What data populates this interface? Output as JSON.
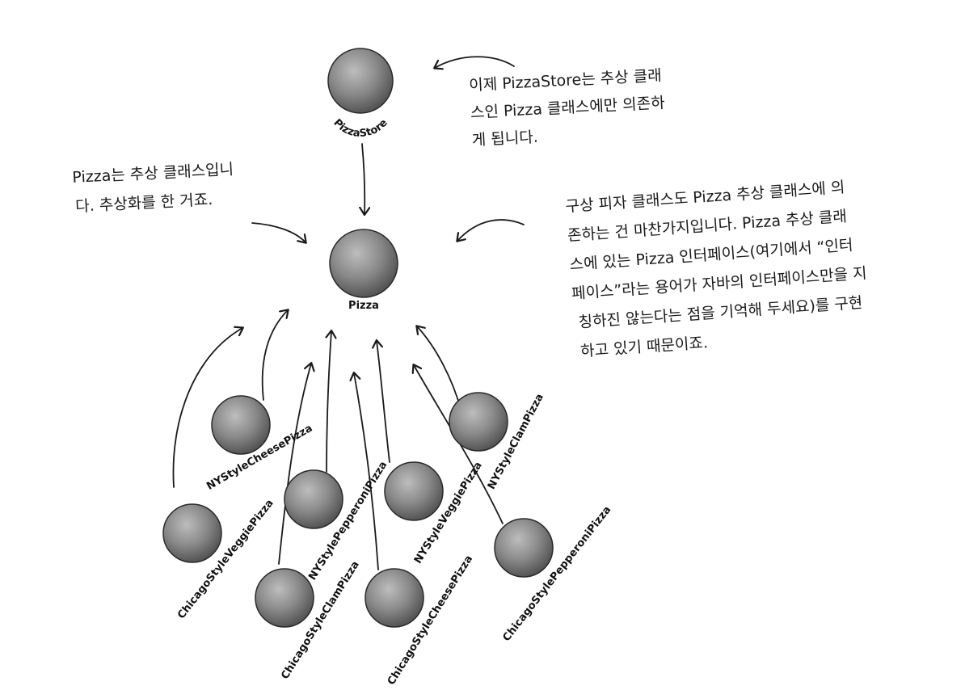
{
  "diagram": {
    "nodes": {
      "pizza_store": "PizzaStore",
      "pizza": "Pizza",
      "ny_cheese": "NYStyleCheesePizza",
      "ny_clam": "NYStyleClamPizza",
      "ny_pepperoni": "NYStylePepperoniPizza",
      "ny_veggie": "NYStyleVeggiePizza",
      "chicago_veggie": "ChicagoStyleVeggiePizza",
      "chicago_clam": "ChicagoStyleClamPizza",
      "chicago_cheese": "ChicagoStyleCheesePizza",
      "chicago_pepperoni": "ChicagoStylePepperoniPizza"
    },
    "notes": {
      "store_note": [
        "이제 PizzaStore는 추상 클래",
        "스인 Pizza 클래스에만 의존하",
        "게 됩니다."
      ],
      "pizza_note": [
        "Pizza는 추상 클래스입니",
        "다. 추상화를 한 거죠."
      ],
      "concrete_note": [
        "구상 피자 클래스도 Pizza 추상 클래스에 의",
        "존하는 건 마찬가지입니다. Pizza 추상 클래",
        "스에 있는 Pizza 인터페이스(여기에서 “인터",
        "페이스”라는 용어가 자바의 인터페이스만을 지",
        "칭하진 않는다는 점을 기억해 두세요)를 구현",
        "하고 있기 때문이죠."
      ]
    },
    "colors": {
      "node_fill": "#8a8a8a",
      "node_stroke": "#2a2a2a",
      "arrow": "#1a1a1a",
      "text": "#1a1a1a"
    }
  }
}
